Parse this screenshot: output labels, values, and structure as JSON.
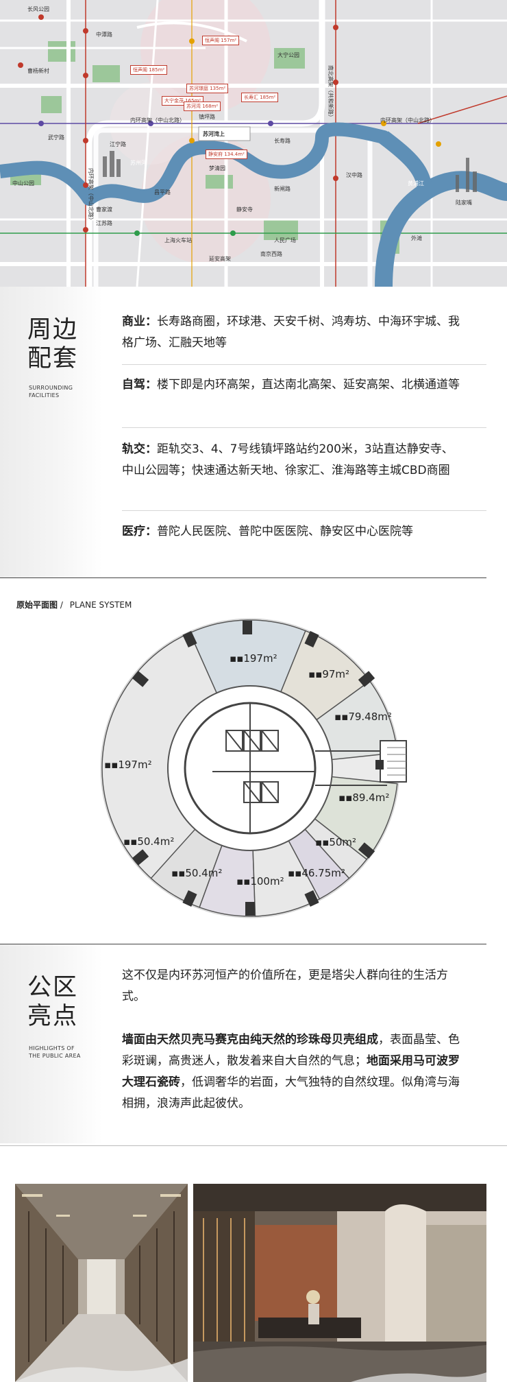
{
  "map": {
    "roads": {
      "inner_ring_west": "内环高架（中山北路）",
      "inner_ring_east": "内环高架（中山北路）",
      "north_south": "南北高架（共和新路）",
      "yanan": "延安高架",
      "neihuan_vertical": "内环高架（中山北路）"
    },
    "rivers": {
      "suzhou_creek": "苏州河",
      "huangpu": "黄浦江"
    },
    "tags": [
      "恒声阁 157m²",
      "恒声阁 185m²",
      "苏河璟庭 135m²",
      "大宁金茂 165m²",
      "长寿汇 185m²",
      "苏河湾 168m²",
      "静安府 134.4m²"
    ],
    "center_label": "苏河湾上",
    "places": [
      "上海火车站",
      "大宁公园",
      "静安寺",
      "中山公园",
      "人民广场",
      "南京西路",
      "陆家嘴",
      "外滩",
      "长风公园",
      "曹杨新村",
      "江宁路",
      "武宁路",
      "中潭路",
      "镇坪路",
      "长寿路",
      "昌平路",
      "新闸路",
      "汉中路",
      "曹家渡",
      "江苏路",
      "梦清园"
    ]
  },
  "surrounding": {
    "title_line1": "周边",
    "title_line2": "配套",
    "sub_line1": "SURROUNDING",
    "sub_line2": "FACILITIES",
    "items": [
      {
        "label": "商业：",
        "text": "长寿路商圈，环球港、天安千树、鸿寿坊、中海环宇城、我格广场、汇融天地等"
      },
      {
        "label": "自驾：",
        "text": "楼下即是内环高架，直达南北高架、延安高架、北横通道等"
      },
      {
        "label": "轨交：",
        "text": "距轨交3、4、7号线镇坪路站约200米，3站直达静安寺、中山公园等；快速通达新天地、徐家汇、淮海路等主城CBD商圈"
      },
      {
        "label": "医疗：",
        "text": "普陀人民医院、普陀中医医院、静安区中心医院等"
      }
    ]
  },
  "plan": {
    "title_cn": "原始平面图",
    "divider": "/",
    "title_en": "PLANE SYSTEM",
    "units": [
      "197",
      "97",
      "79.48",
      "197",
      "89.4",
      "50.4",
      "50.4",
      "100",
      "46.75",
      "50"
    ],
    "unit_suffix": "m²",
    "colors": {
      "u1": "#d5dde3",
      "u2": "#e4e1d8",
      "u3": "#e1e4e3",
      "u4": "#e8e8e8",
      "u5": "#dde2d8",
      "u6": "#e0e0e0",
      "u7": "#e1dde6",
      "u8": "#e8e8e8",
      "u9": "#dcd8e3",
      "u10": "#e6e6e6"
    }
  },
  "public_area": {
    "title_line1": "公区",
    "title_line2": "亮点",
    "sub_line1": "HIGHLIGHTS OF",
    "sub_line2": "THE PUBLIC AREA",
    "intro": "这不仅是内环苏河恒产的价值所在，更是塔尖人群向往的生活方式。",
    "body_bold1": "墙面由天然贝壳马赛克由纯天然的珍珠母贝壳组成",
    "body_text1": "，表面晶莹、色彩斑谰，高贵迷人，散发着来自大自然的气息；",
    "body_bold2": "地面采用马可波罗大理石瓷砖",
    "body_text2": "，低调奢华的岩面，大气独特的自然纹理。似角湾与海相拥，浪涛声此起彼伏。"
  }
}
